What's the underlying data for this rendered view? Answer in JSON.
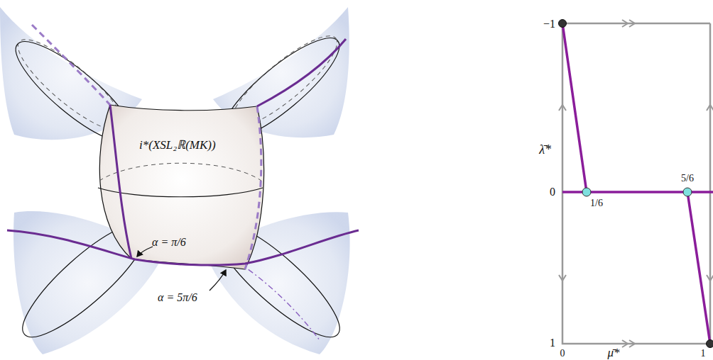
{
  "diagram": {
    "labels": [
      "i*(XSL₂ℝ(MK))",
      "α = π/6",
      "α = 5π/6",
      "−1",
      "λ̄*",
      "0",
      "1",
      "0",
      "1",
      "μ̄*",
      "5/6",
      "1/6"
    ]
  }
}
